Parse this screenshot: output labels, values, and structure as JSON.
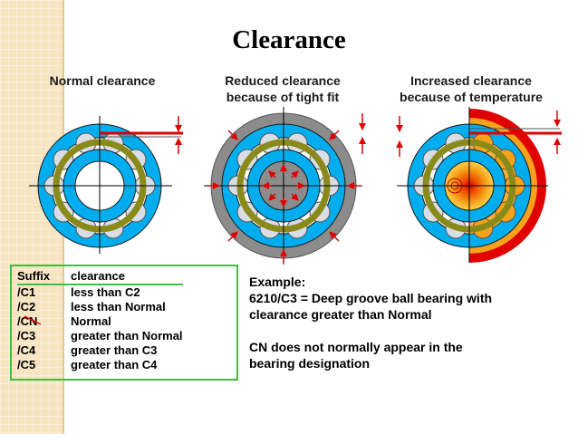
{
  "title": "Clearance",
  "diagrams": [
    {
      "label_line1": "Normal clearance",
      "label_line2": ""
    },
    {
      "label_line1": "Reduced clearance",
      "label_line2": "because of tight fit"
    },
    {
      "label_line1": "Increased clearance",
      "label_line2": "because of temperature"
    }
  ],
  "table": {
    "header": {
      "suffix": "Suffix",
      "clearance": "clearance"
    },
    "rows": [
      {
        "suffix": "/C1",
        "clearance": "less than C2"
      },
      {
        "suffix": "/C2",
        "clearance": "less than Normal"
      },
      {
        "suffix": "/CN",
        "clearance": "Normal"
      },
      {
        "suffix": "/C3",
        "clearance": "greater than Normal"
      },
      {
        "suffix": "/C4",
        "clearance": "greater than C3"
      },
      {
        "suffix": "/C5",
        "clearance": "greater than C4"
      }
    ]
  },
  "example": {
    "heading": "Example:",
    "line1": "6210/C3  = Deep groove ball bearing with",
    "line2": "clearance greater than Normal",
    "line3": "CN does not normally appear in the",
    "line4": "bearing designation"
  },
  "colors": {
    "ring": "#00aeef",
    "cage": "#8a8a1a",
    "ball": "#d8dde6",
    "housing": "#8c8c8c",
    "arrow": "#e00000",
    "heat": "#f7a21b",
    "table_border": "#3fbf3f"
  }
}
